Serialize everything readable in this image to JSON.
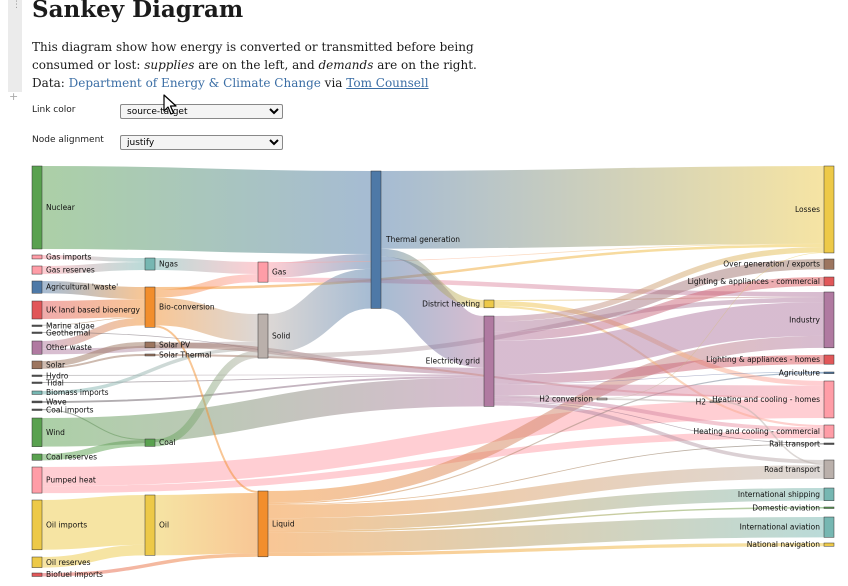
{
  "notebook": {
    "title": "Sankey Diagram",
    "intro": {
      "part1": "This diagram show how energy is converted or transmitted before being consumed or lost: ",
      "supplies": "supplies",
      "part2": " are on the left, and ",
      "demands": "demands",
      "part3": " are on the right. Data: ",
      "link1": "Department of Energy & Climate Change",
      "via": " via ",
      "link2": "Tom Counsell"
    }
  },
  "controls": {
    "link_color_label": "Link color",
    "link_color_value": "source-target",
    "node_alignment_label": "Node alignment",
    "node_alignment_value": "justify"
  },
  "colors": {
    "Nuclear": "#59a14f",
    "Gas imports": "#ff9da7",
    "Gas reserves": "#ff9da7",
    "Agricultural 'waste'": "#4e79a7",
    "UK land based bioenergy": "#e15759",
    "Marine algae": "#555555",
    "Geothermal": "#555555",
    "Other waste": "#b07aa1",
    "Solar": "#9c755f",
    "Hydro": "#555555",
    "Tidal": "#555555",
    "Biomass imports": "#76b7b2",
    "Wave": "#555555",
    "Coal imports": "#555555",
    "Wind": "#59a14f",
    "Coal reserves": "#59a14f",
    "Pumped heat": "#ff9da7",
    "Oil imports": "#edc948",
    "Oil reserves": "#edc948",
    "Biofuel imports": "#e15759",
    "Ngas": "#76b7b2",
    "Bio-conversion": "#f28e2c",
    "Solar PV": "#9c755f",
    "Solar Thermal": "#9c755f",
    "Coal": "#59a14f",
    "Oil": "#edc948",
    "Gas": "#ff9da7",
    "Solid": "#bab0ab",
    "Liquid": "#f28e2c",
    "Thermal generation": "#4e79a7",
    "District heating": "#edc948",
    "Electricity grid": "#b07aa1",
    "H2 conversion": "#bab0ab",
    "H2": "#bab0ab",
    "Losses": "#edc948",
    "Over generation / exports": "#9c755f",
    "Lighting & appliances - commercial": "#e15759",
    "Industry": "#b07aa1",
    "Lighting & appliances - homes": "#e15759",
    "Agriculture": "#4e79a7",
    "Heating and cooling - homes": "#ff9da7",
    "Heating and cooling - commercial": "#ff9da7",
    "Rail transport": "#555555",
    "Road transport": "#bab0ab",
    "International shipping": "#76b7b2",
    "Domestic aviation": "#59a14f",
    "International aviation": "#76b7b2",
    "National navigation": "#edc948"
  },
  "chart_data": {
    "type": "sankey",
    "nodes": [
      "Nuclear",
      "Gas imports",
      "Gas reserves",
      "Agricultural 'waste'",
      "UK land based bioenergy",
      "Marine algae",
      "Geothermal",
      "Other waste",
      "Solar",
      "Hydro",
      "Tidal",
      "Biomass imports",
      "Wave",
      "Coal imports",
      "Wind",
      "Coal reserves",
      "Pumped heat",
      "Oil imports",
      "Oil reserves",
      "Biofuel imports",
      "Ngas",
      "Bio-conversion",
      "Solar PV",
      "Solar Thermal",
      "Coal",
      "Oil",
      "Gas",
      "Solid",
      "Liquid",
      "Thermal generation",
      "District heating",
      "Electricity grid",
      "H2 conversion",
      "H2",
      "Losses",
      "Over generation / exports",
      "Lighting & appliances - commercial",
      "Industry",
      "Lighting & appliances - homes",
      "Agriculture",
      "Heating and cooling - homes",
      "Heating and cooling - commercial",
      "Rail transport",
      "Road transport",
      "International shipping",
      "Domestic aviation",
      "International aviation",
      "National navigation"
    ],
    "links": [
      {
        "source": "Nuclear",
        "target": "Thermal generation",
        "value": 840
      },
      {
        "source": "Gas imports",
        "target": "Ngas",
        "value": 40
      },
      {
        "source": "Gas reserves",
        "target": "Ngas",
        "value": 82
      },
      {
        "source": "Agricultural 'waste'",
        "target": "Bio-conversion",
        "value": 124
      },
      {
        "source": "UK land based bioenergy",
        "target": "Bio-conversion",
        "value": 182
      },
      {
        "source": "Marine algae",
        "target": "Bio-conversion",
        "value": 4
      },
      {
        "source": "Other waste",
        "target": "Bio-conversion",
        "value": 78
      },
      {
        "source": "Other waste",
        "target": "Solid",
        "value": 56
      },
      {
        "source": "Solar",
        "target": "Solar PV",
        "value": 59
      },
      {
        "source": "Solar",
        "target": "Solar Thermal",
        "value": 20
      },
      {
        "source": "Geothermal",
        "target": "Electricity grid",
        "value": 7
      },
      {
        "source": "Hydro",
        "target": "Electricity grid",
        "value": 6
      },
      {
        "source": "Tidal",
        "target": "Electricity grid",
        "value": 9
      },
      {
        "source": "Wave",
        "target": "Electricity grid",
        "value": 19
      },
      {
        "source": "Biomass imports",
        "target": "Solid",
        "value": 35
      },
      {
        "source": "Coal imports",
        "target": "Coal",
        "value": 11
      },
      {
        "source": "Coal reserves",
        "target": "Coal",
        "value": 64
      },
      {
        "source": "Wind",
        "target": "Electricity grid",
        "value": 290
      },
      {
        "source": "Pumped heat",
        "target": "Heating and cooling - homes",
        "value": 194
      },
      {
        "source": "Pumped heat",
        "target": "Heating and cooling - commercial",
        "value": 70
      },
      {
        "source": "Oil imports",
        "target": "Oil",
        "value": 504
      },
      {
        "source": "Oil reserves",
        "target": "Oil",
        "value": 107
      },
      {
        "source": "Biofuel imports",
        "target": "Liquid",
        "value": 35
      },
      {
        "source": "Ngas",
        "target": "Gas",
        "value": 122
      },
      {
        "source": "Bio-conversion",
        "target": "Solid",
        "value": 280
      },
      {
        "source": "Bio-conversion",
        "target": "Gas",
        "value": 82
      },
      {
        "source": "Bio-conversion",
        "target": "Liquid",
        "value": 20
      },
      {
        "source": "Bio-conversion",
        "target": "Losses",
        "value": 26
      },
      {
        "source": "Solar PV",
        "target": "Electricity grid",
        "value": 59
      },
      {
        "source": "Solar Thermal",
        "target": "Heating and cooling - homes",
        "value": 20
      },
      {
        "source": "Coal",
        "target": "Solid",
        "value": 75
      },
      {
        "source": "Oil",
        "target": "Liquid",
        "value": 611
      },
      {
        "source": "Gas",
        "target": "Thermal generation",
        "value": 151
      },
      {
        "source": "Gas",
        "target": "Industry",
        "value": 46
      },
      {
        "source": "Gas",
        "target": "Losses",
        "value": 7
      },
      {
        "source": "Solid",
        "target": "Thermal generation",
        "value": 400
      },
      {
        "source": "Solid",
        "target": "Industry",
        "value": 46
      },
      {
        "source": "Liquid",
        "target": "Industry",
        "value": 121
      },
      {
        "source": "Liquid",
        "target": "Road transport",
        "value": 135
      },
      {
        "source": "Liquid",
        "target": "International shipping",
        "value": 128
      },
      {
        "source": "Liquid",
        "target": "Domestic aviation",
        "value": 15
      },
      {
        "source": "Liquid",
        "target": "International aviation",
        "value": 206
      },
      {
        "source": "Liquid",
        "target": "National navigation",
        "value": 33
      },
      {
        "source": "Liquid",
        "target": "Agriculture",
        "value": 12
      },
      {
        "source": "Liquid",
        "target": "Rail transport",
        "value": 8
      },
      {
        "source": "Thermal generation",
        "target": "Losses",
        "value": 787
      },
      {
        "source": "Thermal generation",
        "target": "Electricity grid",
        "value": 525
      },
      {
        "source": "Thermal generation",
        "target": "District heating",
        "value": 79
      },
      {
        "source": "District heating",
        "target": "Industry",
        "value": 10
      },
      {
        "source": "District heating",
        "target": "Heating and cooling - commercial",
        "value": 22
      },
      {
        "source": "District heating",
        "target": "Heating and cooling - homes",
        "value": 47
      },
      {
        "source": "Electricity grid",
        "target": "Over generation / exports",
        "value": 104
      },
      {
        "source": "Electricity grid",
        "target": "Lighting & appliances - commercial",
        "value": 90
      },
      {
        "source": "Electricity grid",
        "target": "Industry",
        "value": 342
      },
      {
        "source": "Electricity grid",
        "target": "Lighting & appliances - homes",
        "value": 93
      },
      {
        "source": "Electricity grid",
        "target": "Agriculture",
        "value": 4
      },
      {
        "source": "Electricity grid",
        "target": "Heating and cooling - homes",
        "value": 113
      },
      {
        "source": "Electricity grid",
        "target": "Heating and cooling - commercial",
        "value": 40
      },
      {
        "source": "Electricity grid",
        "target": "H2 conversion",
        "value": 20
      },
      {
        "source": "Electricity grid",
        "target": "Losses",
        "value": 56
      },
      {
        "source": "Electricity grid",
        "target": "Rail transport",
        "value": 7
      },
      {
        "source": "Electricity grid",
        "target": "Road transport",
        "value": 37
      },
      {
        "source": "H2 conversion",
        "target": "H2",
        "value": 16
      },
      {
        "source": "H2 conversion",
        "target": "Losses",
        "value": 4
      },
      {
        "source": "H2",
        "target": "Road transport",
        "value": 16
      }
    ]
  }
}
